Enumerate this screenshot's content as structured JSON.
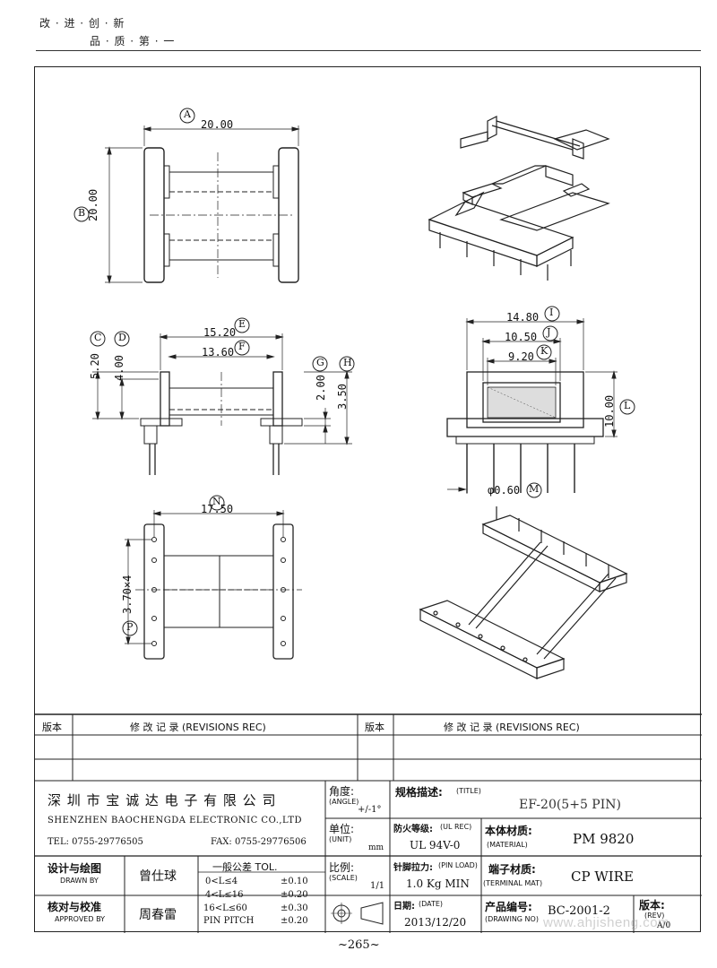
{
  "header": {
    "slogan_line1": "改 · 进 · 创 · 新",
    "slogan_line2": "品 · 质 · 第 · 一"
  },
  "dimensions": {
    "A": {
      "letter": "A",
      "value": "20.00"
    },
    "B": {
      "letter": "B",
      "value": "20.00"
    },
    "C": {
      "letter": "C",
      "value": "5.20"
    },
    "D": {
      "letter": "D",
      "value": "4.00"
    },
    "E": {
      "letter": "E",
      "value": "15.20"
    },
    "F": {
      "letter": "F",
      "value": "13.60"
    },
    "G": {
      "letter": "G",
      "value": "2.00"
    },
    "H": {
      "letter": "H",
      "value": "3.50"
    },
    "I": {
      "letter": "I",
      "value": "14.80"
    },
    "J": {
      "letter": "J",
      "value": "10.50"
    },
    "K": {
      "letter": "K",
      "value": "9.20"
    },
    "L": {
      "letter": "L",
      "value": "10.00"
    },
    "M": {
      "letter": "M",
      "value": "φ0.60"
    },
    "N": {
      "letter": "N",
      "value": "17.50"
    },
    "P": {
      "letter": "P",
      "value": "3.70×4"
    }
  },
  "revisions": {
    "col_version": "版本",
    "col_record": "修  改  记  录   (REVISIONS REC)"
  },
  "title_block": {
    "company_cn": "深 圳 市 宝 诚 达 电 子 有 限 公 司",
    "company_en": "SHENZHEN BAOCHENGDA ELECTRONIC CO.,LTD",
    "tel": "TEL: 0755-29776505",
    "fax": "FAX: 0755-29776506",
    "angle_label": "角度:",
    "angle_en": "(ANGLE)",
    "angle_value": "+/-1°",
    "unit_label": "单位:",
    "unit_en": "(UNIT)",
    "unit_value": "mm",
    "title_label": "规格描述:",
    "title_en": "(TITLE)",
    "title_value": "EF-20(5+5 PIN)",
    "flame_label": "防火等级:",
    "flame_en": "(UL REC)",
    "flame_value": "UL 94V-0",
    "material_label": "本体材质:",
    "material_en": "(MATERIAL)",
    "material_value": "PM 9820",
    "drawn_label": "设计与绘图",
    "drawn_en": "DRAWN BY",
    "drawn_value": "曾仕球",
    "approved_label": "核对与校准",
    "approved_en": "APPROVED BY",
    "approved_value": "周春雷",
    "tol_title": "一般公差 TOL.",
    "tolerances": [
      {
        "range": "0<L≤4",
        "value": "±0.10"
      },
      {
        "range": "4<L≤16",
        "value": "±0.20"
      },
      {
        "range": "16<L≤60",
        "value": "±0.30"
      },
      {
        "range": "PIN PITCH",
        "value": "±0.20"
      }
    ],
    "scale_label": "比例:",
    "scale_en": "(SCALE)",
    "scale_value": "1/1",
    "pin_load_label": "针脚拉力:",
    "pin_load_en": "(PIN LOAD)",
    "pin_load_value": "1.0 Kg MIN",
    "terminal_label": "端子材质:",
    "terminal_en": "(TERMINAL MAT)",
    "terminal_value": "CP WIRE",
    "date_label": "日期:",
    "date_en": "(DATE)",
    "date_value": "2013/12/20",
    "drawing_no_label": "产品编号:",
    "drawing_no_en": "(DRAWING NO)",
    "drawing_no_value": "BC-2001-2",
    "rev_label": "版本:",
    "rev_en": "(REV)",
    "rev_value": "A/0"
  },
  "watermark": "www.ahjisheng.com",
  "page_number": "~265~"
}
